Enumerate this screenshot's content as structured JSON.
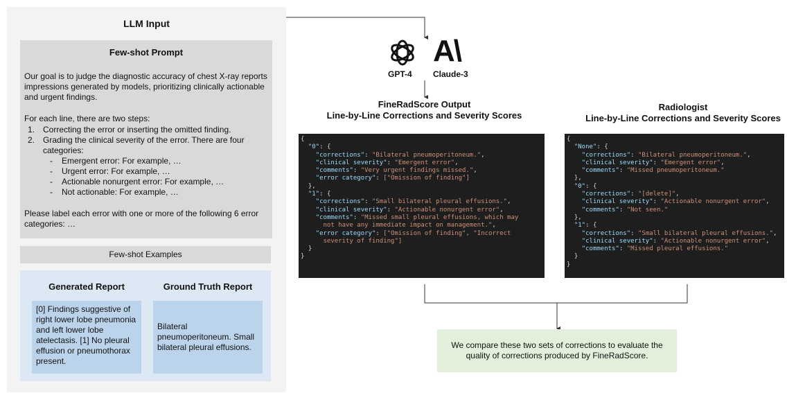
{
  "left": {
    "title": "LLM Input",
    "prompt": {
      "title": "Few-shot Prompt",
      "goal": "Our goal is to judge the diagnostic accuracy of chest X-ray reports impressions generated by models, prioritizing clinically actionable and urgent findings.",
      "steps_intro": "For each line, there are two steps:",
      "step1_num": "1.",
      "step1": "Correcting the error or inserting the omitted finding.",
      "step2_num": "2.",
      "step2": "Grading the clinical severity of the error. There are four categories:",
      "bullet_mark": "-",
      "bullets": [
        "Emergent error: For example, …",
        "Urgent error: For example, …",
        "Actionable nonurgent error: For example, …",
        "Not actionable: For example, …"
      ],
      "closing": "Please label each error with one or more of the following 6 error categories: …"
    },
    "examples": {
      "title": "Few-shot Examples",
      "generated_title": "Generated Report",
      "ground_truth_title": "Ground Truth Report",
      "generated_text": "[0] Findings suggestive of right lower lobe pneumonia and left lower lobe atelectasis. [1] No pleural effusion or pneumothorax present.",
      "ground_truth_text": "Bilateral pneumoperitoneum.  Small bilateral pleural effusions."
    }
  },
  "models": {
    "gpt_label": "GPT-4",
    "claude_label": "Claude-3",
    "claude_logo_text": "A\\"
  },
  "finerad": {
    "title_line1": "FineRadScore Output",
    "title_line2": "Line-by-Line Corrections and Severity Scores",
    "code": [
      {
        "t": "p",
        "v": "{"
      },
      {
        "t": "k",
        "indent": 1,
        "key": "\"0\"",
        "after": ": {"
      },
      {
        "t": "kv",
        "indent": 2,
        "key": "\"corrections\"",
        "val": "\"Bilateral pneumoperitoneum.\"",
        "end": ","
      },
      {
        "t": "kv",
        "indent": 2,
        "key": "\"clinical severity\"",
        "val": "\"Emergent error\"",
        "end": ","
      },
      {
        "t": "kv",
        "indent": 2,
        "key": "\"comments\"",
        "val": "\"Very urgent findings missed.\"",
        "end": ","
      },
      {
        "t": "kv",
        "indent": 2,
        "key": "\"error category\"",
        "val": "[\"Omission of finding\"]",
        "end": ""
      },
      {
        "t": "p",
        "indent": 1,
        "v": "},"
      },
      {
        "t": "k",
        "indent": 1,
        "key": "\"1\"",
        "after": ": {"
      },
      {
        "t": "kv",
        "indent": 2,
        "key": "\"corrections\"",
        "val": "\"Small bilateral pleural effusions.\"",
        "end": ","
      },
      {
        "t": "kv",
        "indent": 2,
        "key": "\"clinical severity\"",
        "val": "\"Actionable nonurgent error\"",
        "end": ","
      },
      {
        "t": "kv",
        "indent": 2,
        "key": "\"comments\"",
        "val": "\"Missed small pleural effusions, which may",
        "end": ""
      },
      {
        "t": "s",
        "indent": 3,
        "v": "not have any immediate impact on management.\"",
        "end": ","
      },
      {
        "t": "kv",
        "indent": 2,
        "key": "\"error category\"",
        "val": "[\"Omission of finding\", \"Incorrect",
        "end": ""
      },
      {
        "t": "s",
        "indent": 3,
        "v": "severity of finding\"]",
        "end": ""
      },
      {
        "t": "p",
        "indent": 1,
        "v": "}"
      },
      {
        "t": "p",
        "v": "}"
      }
    ]
  },
  "radiologist": {
    "title_line1": "Radiologist",
    "title_line2": "Line-by-Line Corrections and Severity Scores",
    "code": [
      {
        "t": "p",
        "v": "{"
      },
      {
        "t": "k",
        "indent": 1,
        "key": "\"None\"",
        "after": ": {"
      },
      {
        "t": "kv",
        "indent": 2,
        "key": "\"corrections\"",
        "val": "\"Bilateral pneumoperitoneum.\"",
        "end": ","
      },
      {
        "t": "kv",
        "indent": 2,
        "key": "\"clinical severity\"",
        "val": "\"Emergent error\"",
        "end": ","
      },
      {
        "t": "kv",
        "indent": 2,
        "key": "\"comments\"",
        "val": "\"Missed pneumoperitoneum.\"",
        "end": ""
      },
      {
        "t": "p",
        "indent": 1,
        "v": "},"
      },
      {
        "t": "k",
        "indent": 1,
        "key": "\"0\"",
        "after": ": {"
      },
      {
        "t": "kv",
        "indent": 2,
        "key": "\"corrections\"",
        "val": "\"[delete]\"",
        "end": ","
      },
      {
        "t": "kv",
        "indent": 2,
        "key": "\"clinical severity\"",
        "val": "\"Actionable nonurgent error\"",
        "end": ","
      },
      {
        "t": "kv",
        "indent": 2,
        "key": "\"comments\"",
        "val": "\"Not seen.\"",
        "end": ""
      },
      {
        "t": "p",
        "indent": 1,
        "v": "},"
      },
      {
        "t": "k",
        "indent": 1,
        "key": "\"1\"",
        "after": ": {"
      },
      {
        "t": "kv",
        "indent": 2,
        "key": "\"corrections\"",
        "val": "\"Small bilateral pleural effusions.\"",
        "end": ","
      },
      {
        "t": "kv",
        "indent": 2,
        "key": "\"clinical severity\"",
        "val": "\"Actionable nonurgent error\"",
        "end": ","
      },
      {
        "t": "kv",
        "indent": 2,
        "key": "\"comments\"",
        "val": "\"Missed pleural effusions.\"",
        "end": ""
      },
      {
        "t": "p",
        "indent": 1,
        "v": "}"
      },
      {
        "t": "p",
        "v": "}"
      }
    ]
  },
  "compare": {
    "line1": "We compare these two sets of corrections to evaluate the",
    "line2": "quality of corrections produced by FineRadScore."
  }
}
